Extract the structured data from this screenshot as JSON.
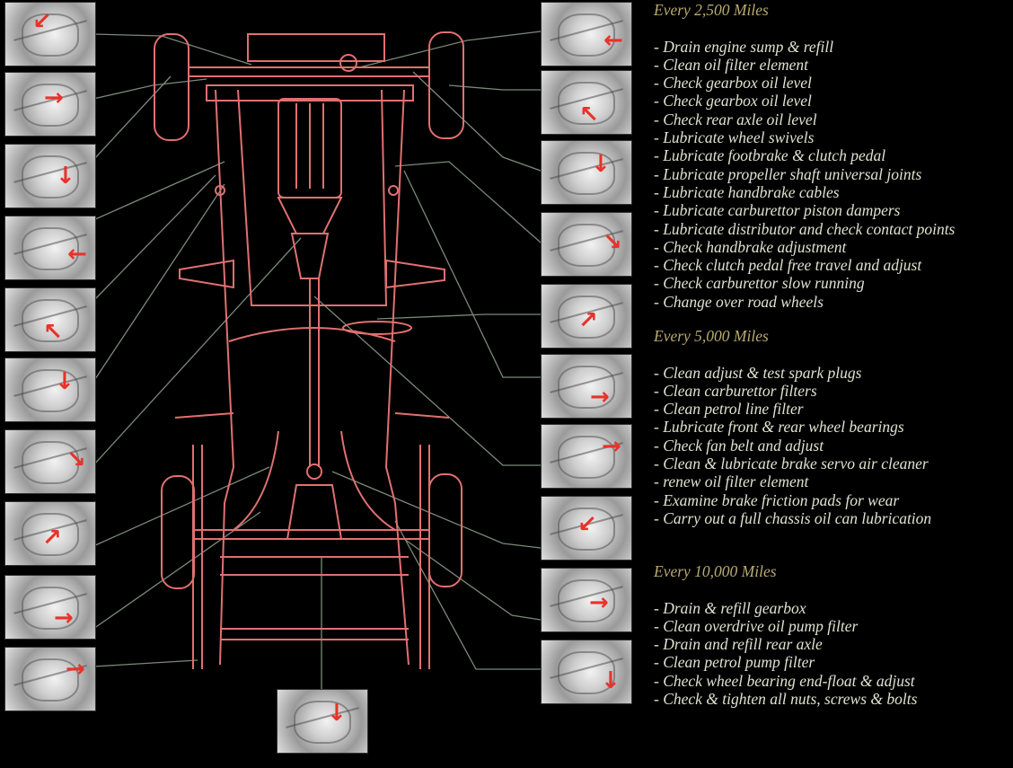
{
  "sections": [
    {
      "heading": "Every 2,500 Miles",
      "items": [
        "- Drain engine sump & refill",
        "- Clean oil filter element",
        "- Check gearbox oil level",
        "- Check gearbox oil level",
        "- Check rear axle oil level",
        "- Lubricate wheel swivels",
        "- Lubricate footbrake & clutch pedal",
        "- Lubricate propeller shaft universal joints",
        "- Lubricate handbrake cables",
        "- Lubricate carburettor piston dampers",
        "- Lubricate distributor and check contact points",
        "- Check handbrake adjustment",
        "- Check clutch pedal free travel and adjust",
        "- Check carburettor slow running",
        "- Change over road wheels"
      ]
    },
    {
      "heading": "Every 5,000 Miles",
      "items": [
        "- Clean adjust & test spark plugs",
        "- Clean carburettor filters",
        "- Clean petrol line filter",
        "- Lubricate front & rear wheel bearings",
        "- Check fan belt and adjust",
        "- Clean & lubricate brake servo air cleaner",
        "- renew oil filter element",
        "- Examine brake friction pads for wear",
        "- Carry out a full chassis oil can lubrication"
      ]
    },
    {
      "heading": "Every 10,000 Miles",
      "items": [
        "- Drain & refill gearbox",
        "- Clean overdrive oil pump filter",
        "- Drain and refill rear axle",
        "- Clean petrol pump filter",
        "- Check wheel bearing end-float & adjust",
        "- Check & tighten all nuts, screws & bolts"
      ]
    }
  ],
  "colors": {
    "chassis": "#e07070",
    "leader": "#7a8a78",
    "heading": "#b9aa72",
    "text": "#dfe2cf",
    "arrow": "#e8322a"
  }
}
